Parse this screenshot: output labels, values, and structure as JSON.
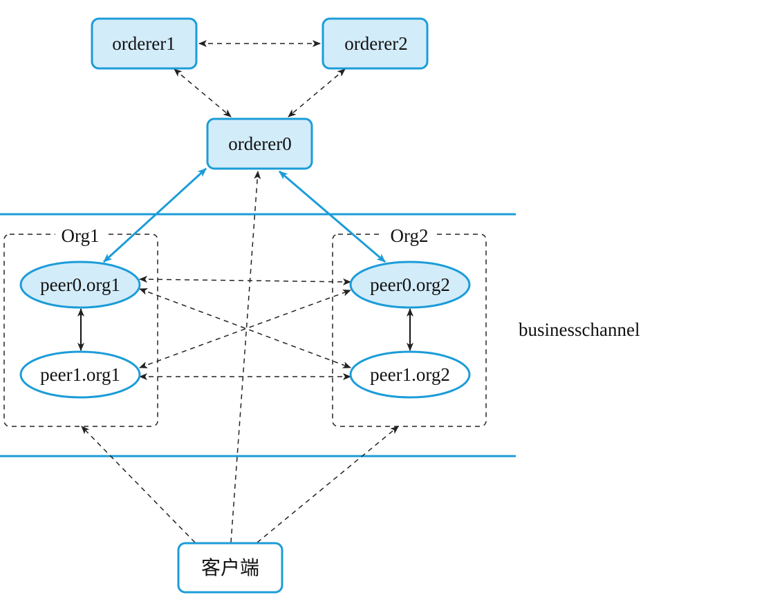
{
  "diagram": {
    "orderers": {
      "orderer1": "orderer1",
      "orderer2": "orderer2",
      "orderer0": "orderer0"
    },
    "orgs": {
      "org1": {
        "label": "Org1",
        "peer0": "peer0.org1",
        "peer1": "peer1.org1"
      },
      "org2": {
        "label": "Org2",
        "peer0": "peer0.org2",
        "peer1": "peer1.org2"
      }
    },
    "client": "客户端",
    "channel": "businesschannel",
    "colors": {
      "accent": "#1b9cd8",
      "orderer_fill": "#d3ecf9",
      "peer0_fill": "#d3ecf9",
      "peer1_fill": "#ffffff",
      "client_fill": "#ffffff",
      "dashed": "#222222"
    }
  }
}
